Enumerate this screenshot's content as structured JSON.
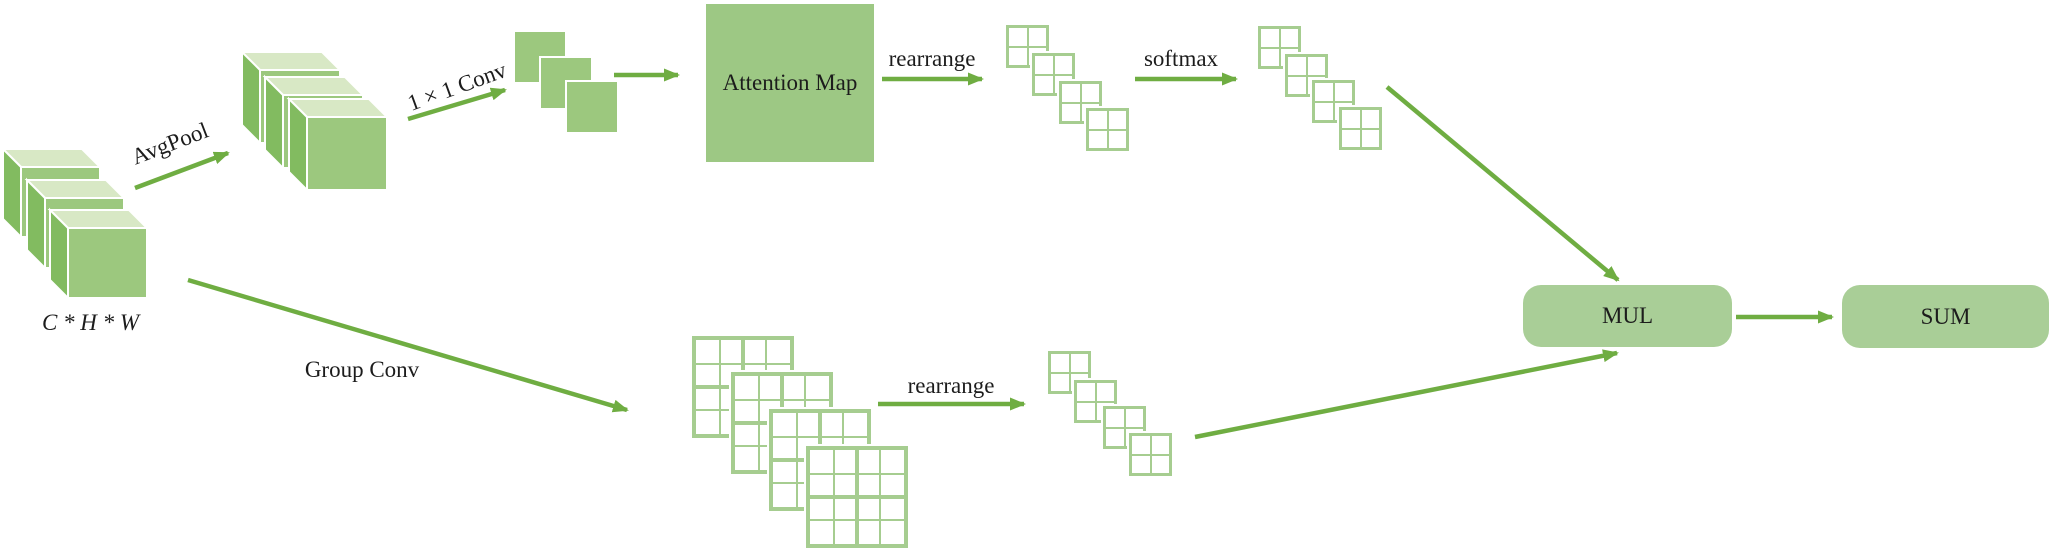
{
  "figure": {
    "type": "attention-module-architecture-diagram",
    "background": "#ffffff"
  },
  "labels": {
    "input_dims": "C * H * W",
    "avgpool": "AvgPool",
    "conv_1x1": "1 × 1 Conv",
    "attention_map": "Attention Map",
    "rearrange_top": "rearrange",
    "softmax": "softmax",
    "group_conv": "Group Conv",
    "rearrange_bottom": "rearrange",
    "mul": "MUL",
    "sum": "SUM"
  },
  "colors": {
    "arrow": "#6fad42",
    "cube_front": "#9cc87e",
    "cube_top": "#d8e8c5",
    "cube_side": "#82bb60",
    "attention_fill": "#9dc884",
    "op_box_fill": "#a9ce97",
    "grid_line": "#a6cd90",
    "text": "#1c1c1c"
  }
}
